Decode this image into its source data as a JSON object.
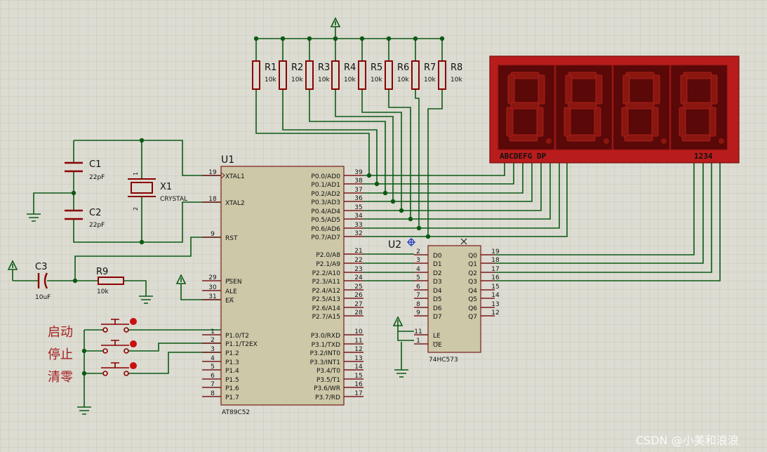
{
  "colors": {
    "background": "#dcdcd2",
    "grid": "#c8c8bc",
    "wire": "#0b5a14",
    "component": "#8b0000",
    "chip_fill": "#ccc8a8",
    "pin_text": "#111111",
    "display_body": "#b81c1c",
    "display_segment": "#ff3a2a",
    "chinese_label": "#a52020"
  },
  "u1": {
    "ref": "U1",
    "part": "AT89C52",
    "left_pins": [
      {
        "num": "19",
        "name": "XTAL1"
      },
      {
        "num": "18",
        "name": "XTAL2"
      },
      {
        "num": "9",
        "name": "RST"
      },
      {
        "num": "29",
        "name": "PSEN"
      },
      {
        "num": "30",
        "name": "ALE"
      },
      {
        "num": "31",
        "name": "EA"
      },
      {
        "num": "1",
        "name": "P1.0/T2"
      },
      {
        "num": "2",
        "name": "P1.1/T2EX"
      },
      {
        "num": "3",
        "name": "P1.2"
      },
      {
        "num": "4",
        "name": "P1.3"
      },
      {
        "num": "5",
        "name": "P1.4"
      },
      {
        "num": "6",
        "name": "P1.5"
      },
      {
        "num": "7",
        "name": "P1.6"
      },
      {
        "num": "8",
        "name": "P1.7"
      }
    ],
    "right_pins": [
      {
        "num": "39",
        "name": "P0.0/AD0"
      },
      {
        "num": "38",
        "name": "P0.1/AD1"
      },
      {
        "num": "37",
        "name": "P0.2/AD2"
      },
      {
        "num": "36",
        "name": "P0.3/AD3"
      },
      {
        "num": "35",
        "name": "P0.4/AD4"
      },
      {
        "num": "34",
        "name": "P0.5/AD5"
      },
      {
        "num": "33",
        "name": "P0.6/AD6"
      },
      {
        "num": "32",
        "name": "P0.7/AD7"
      },
      {
        "num": "21",
        "name": "P2.0/A8"
      },
      {
        "num": "22",
        "name": "P2.1/A9"
      },
      {
        "num": "23",
        "name": "P2.2/A10"
      },
      {
        "num": "24",
        "name": "P2.3/A11"
      },
      {
        "num": "25",
        "name": "P2.4/A12"
      },
      {
        "num": "26",
        "name": "P2.5/A13"
      },
      {
        "num": "27",
        "name": "P2.6/A14"
      },
      {
        "num": "28",
        "name": "P2.7/A15"
      },
      {
        "num": "10",
        "name": "P3.0/RXD"
      },
      {
        "num": "11",
        "name": "P3.1/TXD"
      },
      {
        "num": "12",
        "name": "P3.2/INT0"
      },
      {
        "num": "13",
        "name": "P3.3/INT1"
      },
      {
        "num": "14",
        "name": "P3.4/T0"
      },
      {
        "num": "15",
        "name": "P3.5/T1"
      },
      {
        "num": "16",
        "name": "P3.6/WR"
      },
      {
        "num": "17",
        "name": "P3.7/RD"
      }
    ]
  },
  "u2": {
    "ref": "U2",
    "part": "74HC573",
    "left_pins": [
      {
        "num": "2",
        "name": "D0"
      },
      {
        "num": "3",
        "name": "D1"
      },
      {
        "num": "4",
        "name": "D2"
      },
      {
        "num": "5",
        "name": "D3"
      },
      {
        "num": "6",
        "name": "D4"
      },
      {
        "num": "7",
        "name": "D5"
      },
      {
        "num": "8",
        "name": "D6"
      },
      {
        "num": "9",
        "name": "D7"
      },
      {
        "num": "11",
        "name": "LE"
      },
      {
        "num": "1",
        "name": "OE"
      }
    ],
    "right_pins": [
      {
        "num": "19",
        "name": "Q0"
      },
      {
        "num": "18",
        "name": "Q1"
      },
      {
        "num": "17",
        "name": "Q2"
      },
      {
        "num": "16",
        "name": "Q3"
      },
      {
        "num": "15",
        "name": "Q4"
      },
      {
        "num": "14",
        "name": "Q5"
      },
      {
        "num": "13",
        "name": "Q6"
      },
      {
        "num": "12",
        "name": "Q7"
      }
    ]
  },
  "resistors": [
    {
      "ref": "R1",
      "value": "10k"
    },
    {
      "ref": "R2",
      "value": "10k"
    },
    {
      "ref": "R3",
      "value": "10k"
    },
    {
      "ref": "R4",
      "value": "10k"
    },
    {
      "ref": "R5",
      "value": "10k"
    },
    {
      "ref": "R6",
      "value": "10k"
    },
    {
      "ref": "R7",
      "value": "10k"
    },
    {
      "ref": "R8",
      "value": "10k"
    }
  ],
  "c1": {
    "ref": "C1",
    "value": "22pF"
  },
  "c2": {
    "ref": "C2",
    "value": "22pF"
  },
  "c3": {
    "ref": "C3",
    "value": "10uF"
  },
  "r9": {
    "ref": "R9",
    "value": "10k"
  },
  "x1": {
    "ref": "X1",
    "part": "CRYSTAL",
    "pin1": "1",
    "pin2": "2"
  },
  "display": {
    "digits": [
      "8",
      "8",
      "8",
      "8"
    ],
    "segment_labels": "ABCDEFG DP",
    "digit_labels": "1234"
  },
  "buttons": [
    {
      "label": "启动"
    },
    {
      "label": "停止"
    },
    {
      "label": "清零"
    }
  ],
  "watermark": "CSDN @小美和浪浪"
}
